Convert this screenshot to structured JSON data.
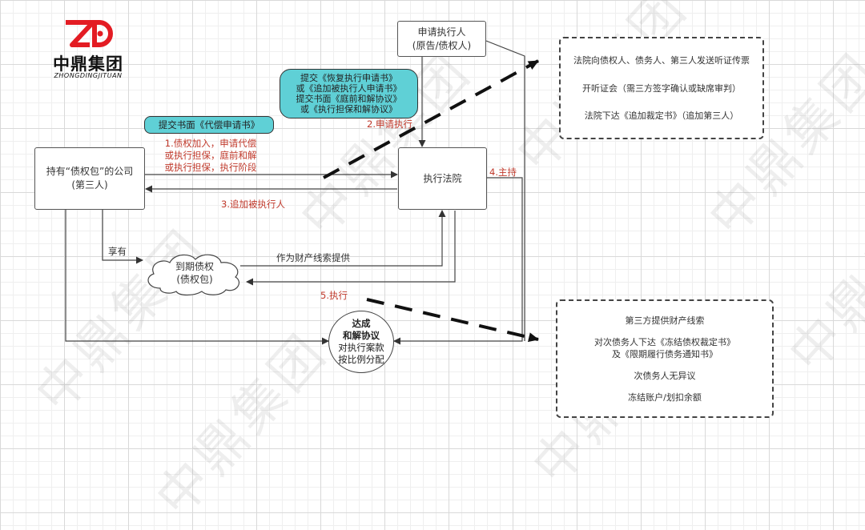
{
  "logo": {
    "mark": "ZD",
    "brand_cn": "中鼎集团",
    "brand_en": "ZHONGDINGJITUAN",
    "color": "#e31c23"
  },
  "watermark": "中鼎集团",
  "nodes": {
    "applicant": [
      "申请执行人",
      "(原告/债权人)"
    ],
    "company": [
      "持有“债权包”的公司",
      "(第三人)"
    ],
    "court": "执行法院",
    "receivable": [
      "到期债权",
      "(债权包)"
    ],
    "settlement": {
      "title1": "达成",
      "title2": "和解协议",
      "line3": "对执行案款",
      "line4": "按比例分配"
    }
  },
  "pills": {
    "recover": [
      "提交《恢复执行申请书》",
      "或《追加被执行人申请书》",
      "提交书面《庭前和解协议》",
      "或《执行担保和解协议》"
    ],
    "compensation": "提交书面《代偿申请书》"
  },
  "edge_labels": {
    "step1": [
      "1.债权加入，申请代偿",
      "或执行担保，庭前和解",
      "或执行担保，执行阶段"
    ],
    "step2": "2.申请执行",
    "step3": "3.追加被执行人",
    "step4": "4.主持",
    "step5": "5.执行",
    "enjoy": "享有",
    "provide_clue": "作为财产线索提供"
  },
  "info_boxes": {
    "hearing": [
      "法院向债权人、债务人、第三人发送听证传票",
      "开听证会（需三方签字确认或缺席审判）",
      "法院下达《追加裁定书》（追加第三人）"
    ],
    "execution": [
      "第三方提供财产线索",
      "对次债务人下达《冻结债权裁定书》",
      "及《限期履行债务通知书》",
      "次债务人无异议",
      "冻结账户/划扣余额"
    ]
  },
  "colors": {
    "pill": "#5fd0d6",
    "label_red": "#c0392b",
    "line": "#444444"
  }
}
